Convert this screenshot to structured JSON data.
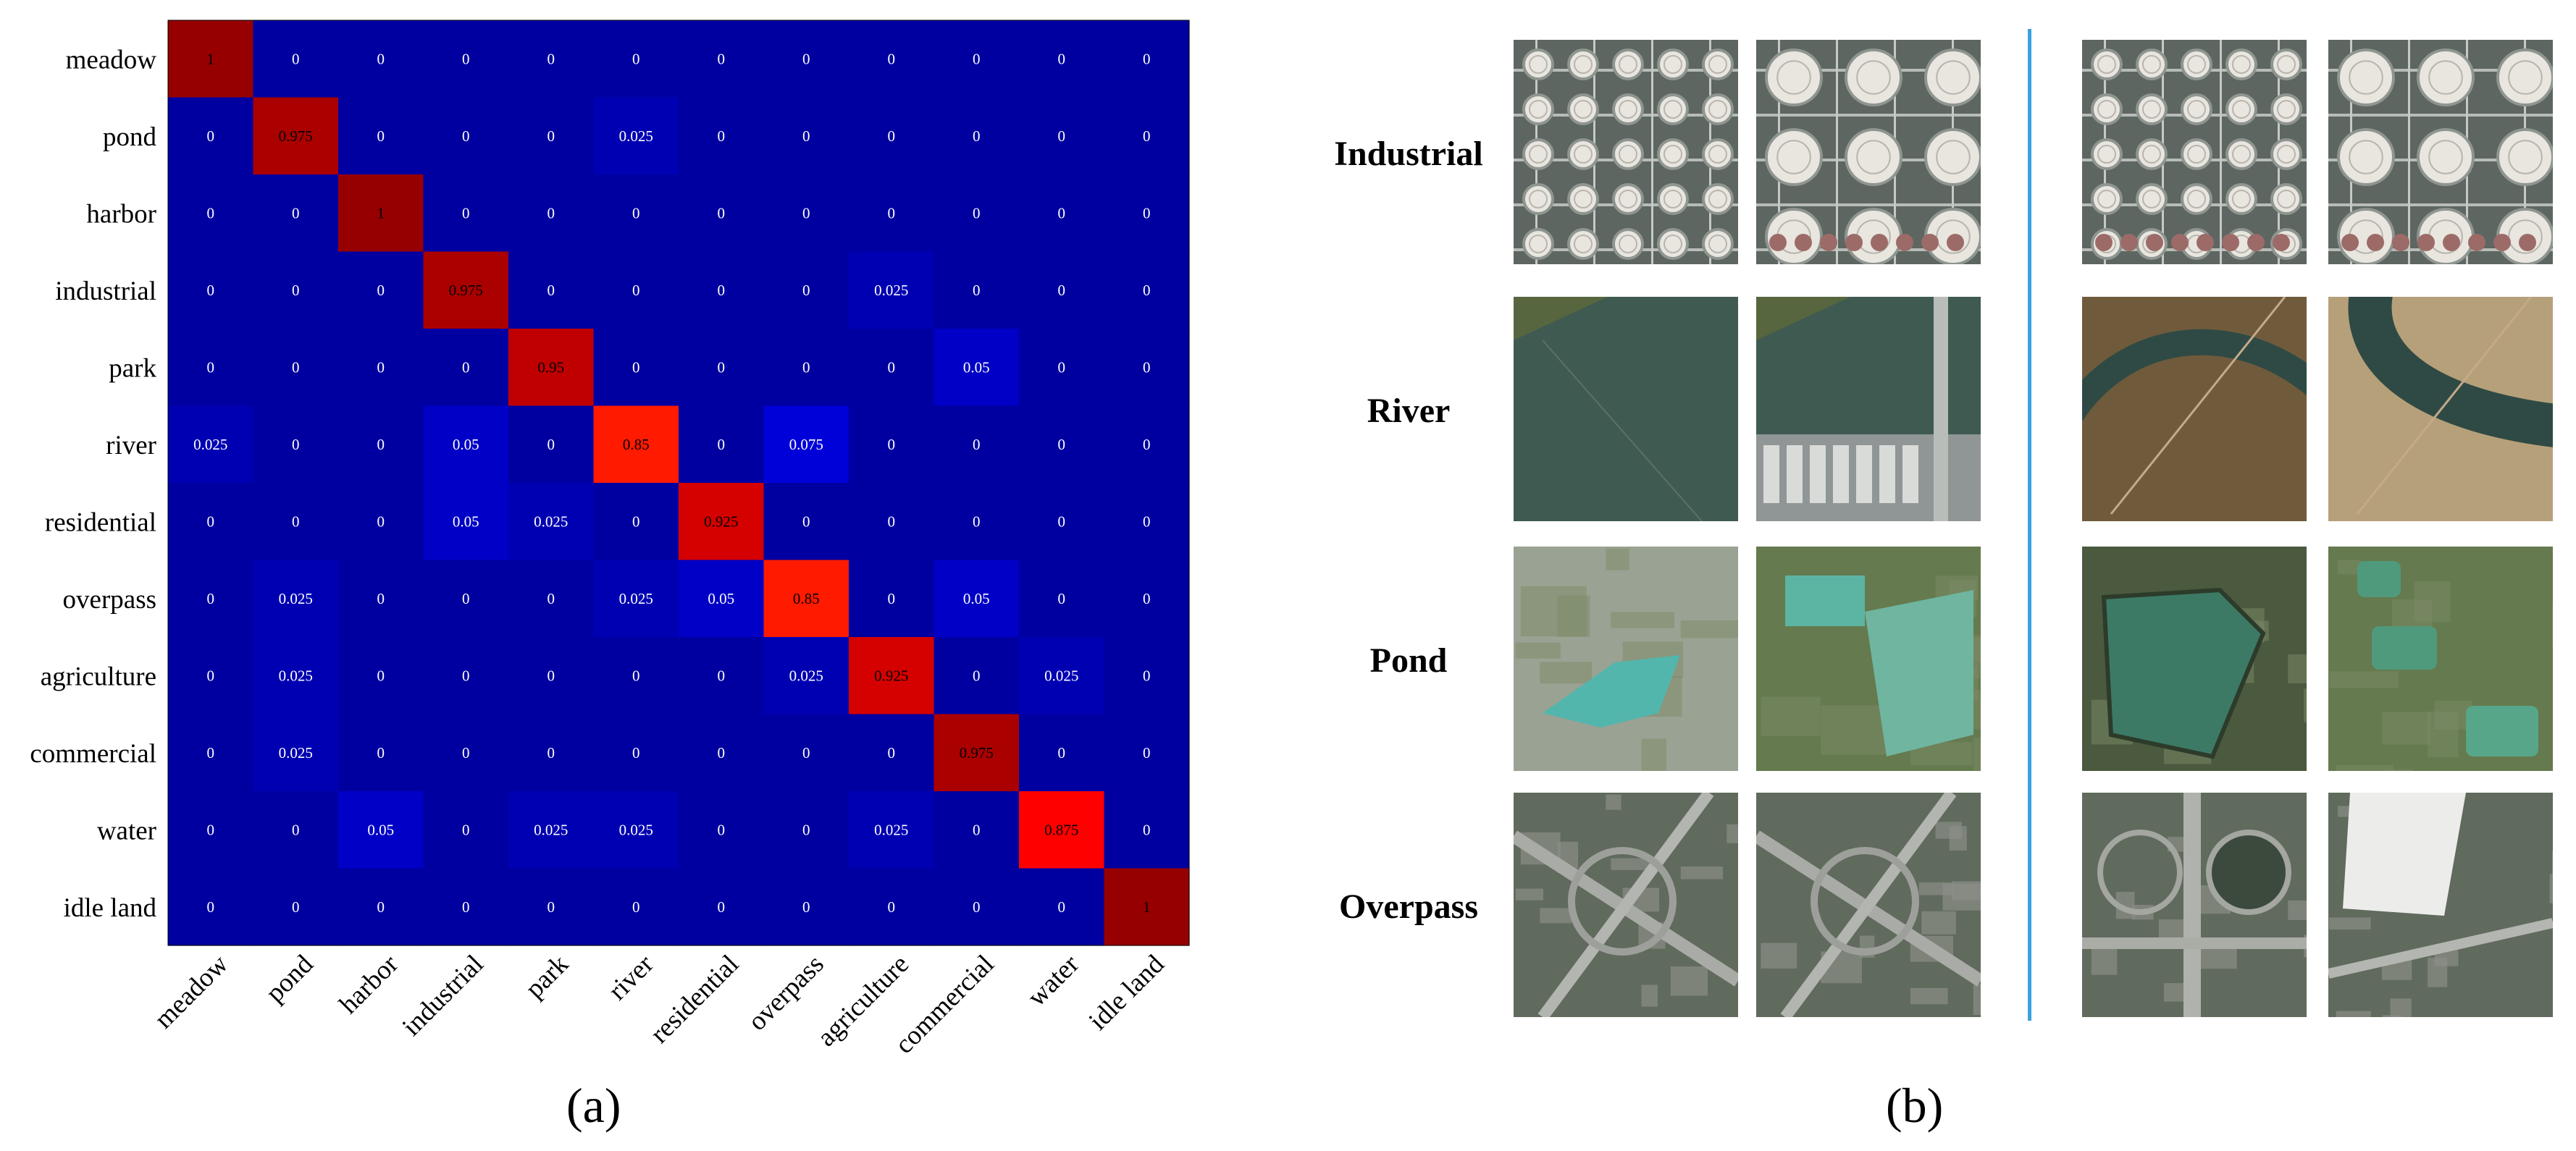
{
  "panel_labels": {
    "a": "(a)",
    "b": "(b)"
  },
  "chart_data": {
    "type": "heatmap",
    "title": "",
    "xlabel": "",
    "ylabel": "",
    "rows": [
      "meadow",
      "pond",
      "harbor",
      "industrial",
      "park",
      "river",
      "residential",
      "overpass",
      "agriculture",
      "commercial",
      "water",
      "idle land"
    ],
    "columns": [
      "meadow",
      "pond",
      "harbor",
      "industrial",
      "park",
      "river",
      "residential",
      "overpass",
      "agriculture",
      "commercial",
      "water",
      "idle land"
    ],
    "values": [
      [
        "1",
        "0",
        "0",
        "0",
        "0",
        "0",
        "0",
        "0",
        "0",
        "0",
        "0",
        "0"
      ],
      [
        "0",
        "0.975",
        "0",
        "0",
        "0",
        "0.025",
        "0",
        "0",
        "0",
        "0",
        "0",
        "0"
      ],
      [
        "0",
        "0",
        "1",
        "0",
        "0",
        "0",
        "0",
        "0",
        "0",
        "0",
        "0",
        "0"
      ],
      [
        "0",
        "0",
        "0",
        "0.975",
        "0",
        "0",
        "0",
        "0",
        "0.025",
        "0",
        "0",
        "0"
      ],
      [
        "0",
        "0",
        "0",
        "0",
        "0.95",
        "0",
        "0",
        "0",
        "0",
        "0.05",
        "0",
        "0"
      ],
      [
        "0.025",
        "0",
        "0",
        "0.05",
        "0",
        "0.85",
        "0",
        "0.075",
        "0",
        "0",
        "0",
        "0"
      ],
      [
        "0",
        "0",
        "0",
        "0.05",
        "0.025",
        "0",
        "0.925",
        "0",
        "0",
        "0",
        "0",
        "0"
      ],
      [
        "0",
        "0.025",
        "0",
        "0",
        "0",
        "0.025",
        "0.05",
        "0.85",
        "0",
        "0.05",
        "0",
        "0"
      ],
      [
        "0",
        "0.025",
        "0",
        "0",
        "0",
        "0",
        "0",
        "0.025",
        "0.925",
        "0",
        "0.025",
        "0"
      ],
      [
        "0",
        "0.025",
        "0",
        "0",
        "0",
        "0",
        "0",
        "0",
        "0",
        "0.975",
        "0",
        "0"
      ],
      [
        "0",
        "0",
        "0.05",
        "0",
        "0.025",
        "0.025",
        "0",
        "0",
        "0.025",
        "0",
        "0.875",
        "0"
      ],
      [
        "0",
        "0",
        "0",
        "0",
        "0",
        "0",
        "0",
        "0",
        "0",
        "0",
        "0",
        "1"
      ]
    ],
    "colormap": "jet",
    "range": [
      0,
      1
    ],
    "grid": false
  },
  "samples": {
    "rows": [
      {
        "label": "Industrial",
        "tiles": [
          "industrial-tanks",
          "industrial-tanks",
          "industrial-tanks",
          "industrial-tanks"
        ]
      },
      {
        "label": "River",
        "tiles": [
          "river-water",
          "river-bridge",
          "river-bend",
          "river-sandbank"
        ]
      },
      {
        "label": "Pond",
        "tiles": [
          "pond-lake",
          "pond-fields",
          "pond-dark",
          "pond-small"
        ]
      },
      {
        "label": "Overpass",
        "tiles": [
          "overpass-interchange",
          "overpass-interchange",
          "overpass-cloverleaf",
          "overpass-roof"
        ]
      }
    ]
  }
}
